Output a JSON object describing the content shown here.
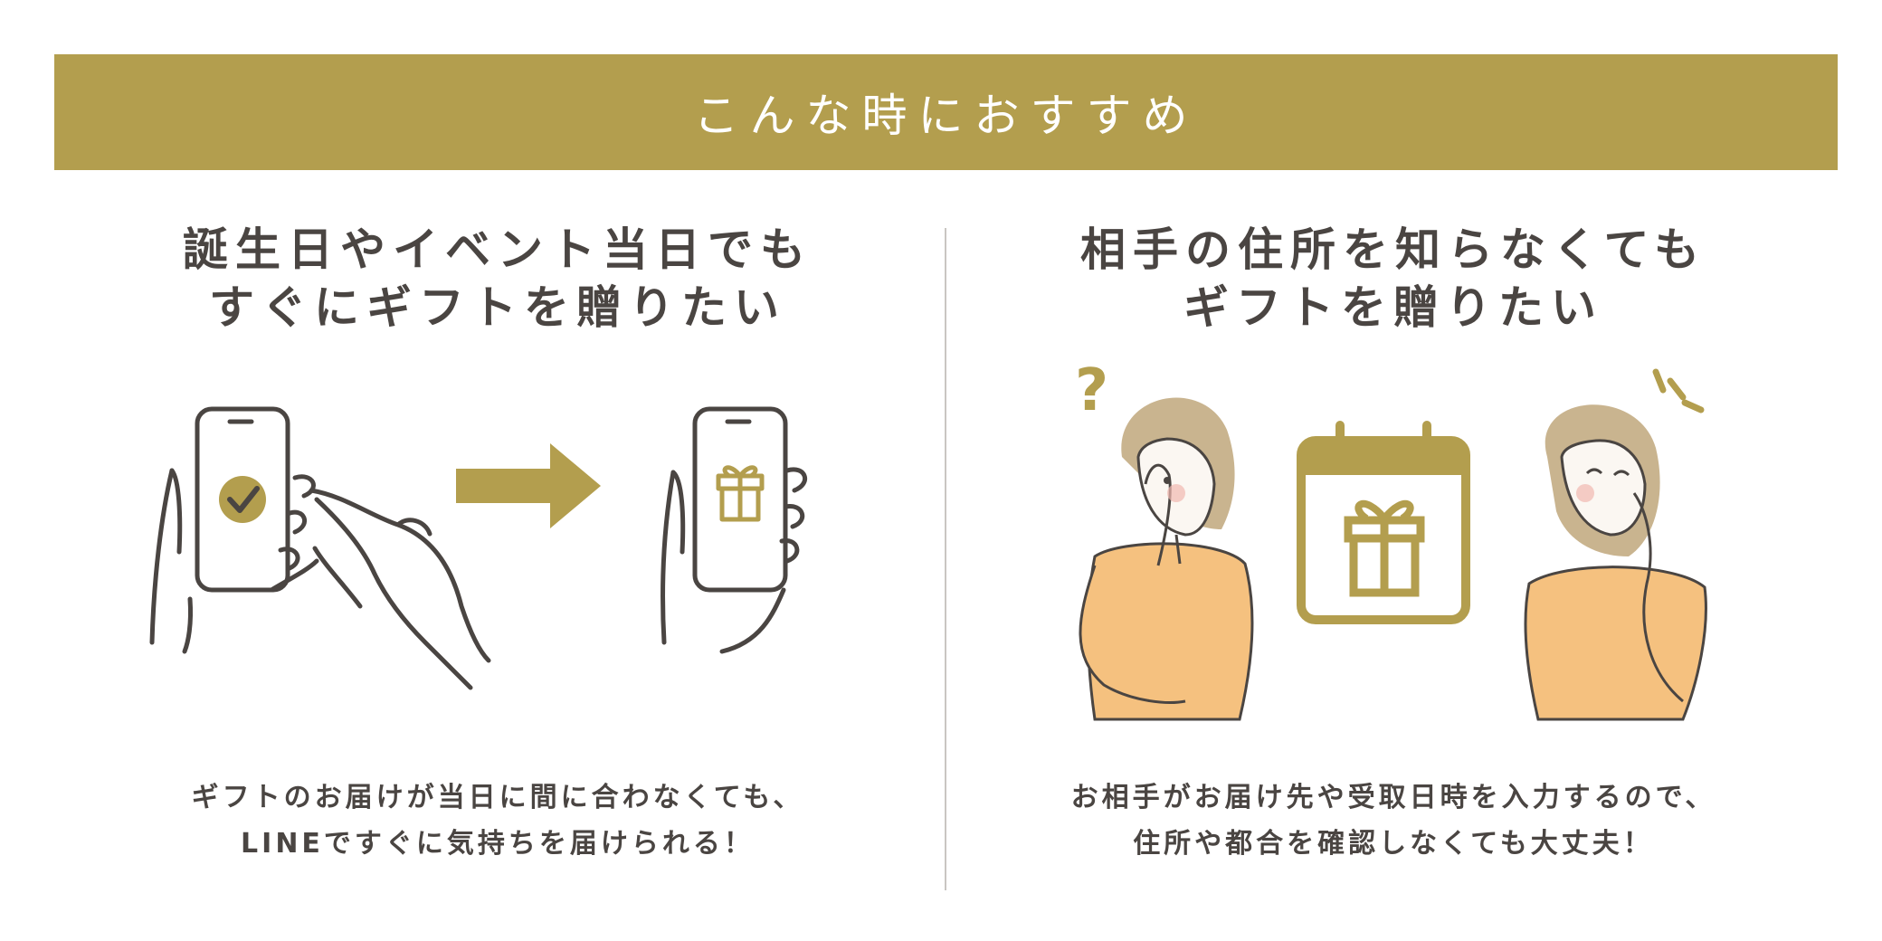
{
  "banner": {
    "title": "こんな時におすすめ"
  },
  "left": {
    "heading_lines": [
      "誕生日やイベント当日でも",
      "すぐにギフトを贈りたい"
    ],
    "description_lines": [
      "ギフトのお届けが当日に間に合わなくても、",
      "LINEですぐに気持ちを届けられる！"
    ],
    "illustration_icons": [
      "phone-check-icon",
      "arrow-right-icon",
      "phone-gift-icon"
    ]
  },
  "right": {
    "heading_lines": [
      "相手の住所を知らなくても",
      "ギフトを贈りたい"
    ],
    "description_lines": [
      "お相手がお届け先や受取日時を入力するので、",
      "住所や都合を確認しなくても大丈夫！"
    ],
    "illustration_icons": [
      "question-mark-icon",
      "calendar-gift-icon",
      "sparkle-icon"
    ]
  },
  "colors": {
    "accent": "#b39e4e",
    "text": "#4a4542",
    "divider": "#c9c6c2",
    "sweater": "#f5c17f",
    "hair": "#c9b48f"
  }
}
